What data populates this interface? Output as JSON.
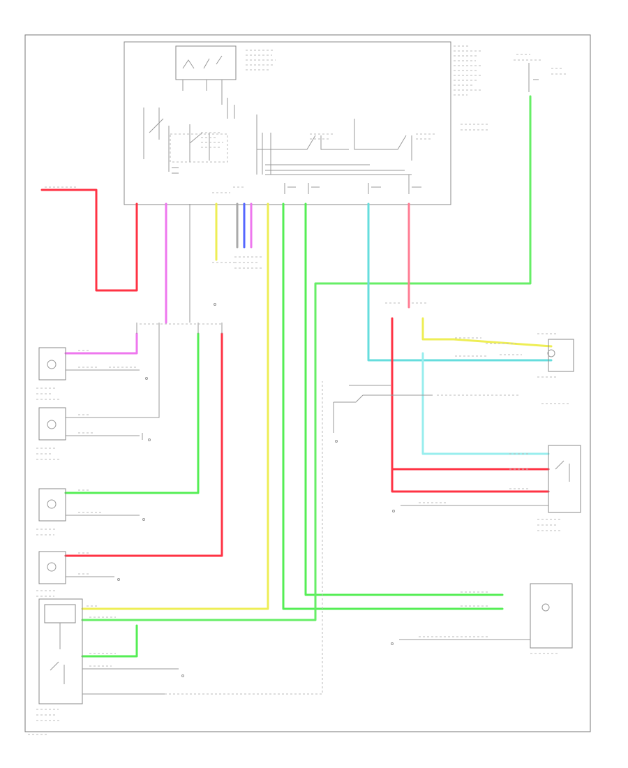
{
  "diagram": {
    "footer_code": "",
    "colors": {
      "red": "#ff3344",
      "pink": "#ff7c93",
      "violet": "#ee77ee",
      "green": "#55ee55",
      "light_green": "#99ee88",
      "yellow": "#eeee55",
      "cyan": "#66dddd",
      "blue": "#5566ff",
      "white": "#dddddd",
      "black": "#333333",
      "frame": "#777777"
    },
    "components": [
      "fuse-relay-box",
      "headlight-relay-high",
      "headlight-relay-low",
      "left-front-turn-light",
      "right-front-turn-light",
      "left-daytime-running-light",
      "right-daytime-running-light",
      "combination-switch",
      "right-headlight",
      "left-headlight",
      "dimmer-relay"
    ]
  }
}
